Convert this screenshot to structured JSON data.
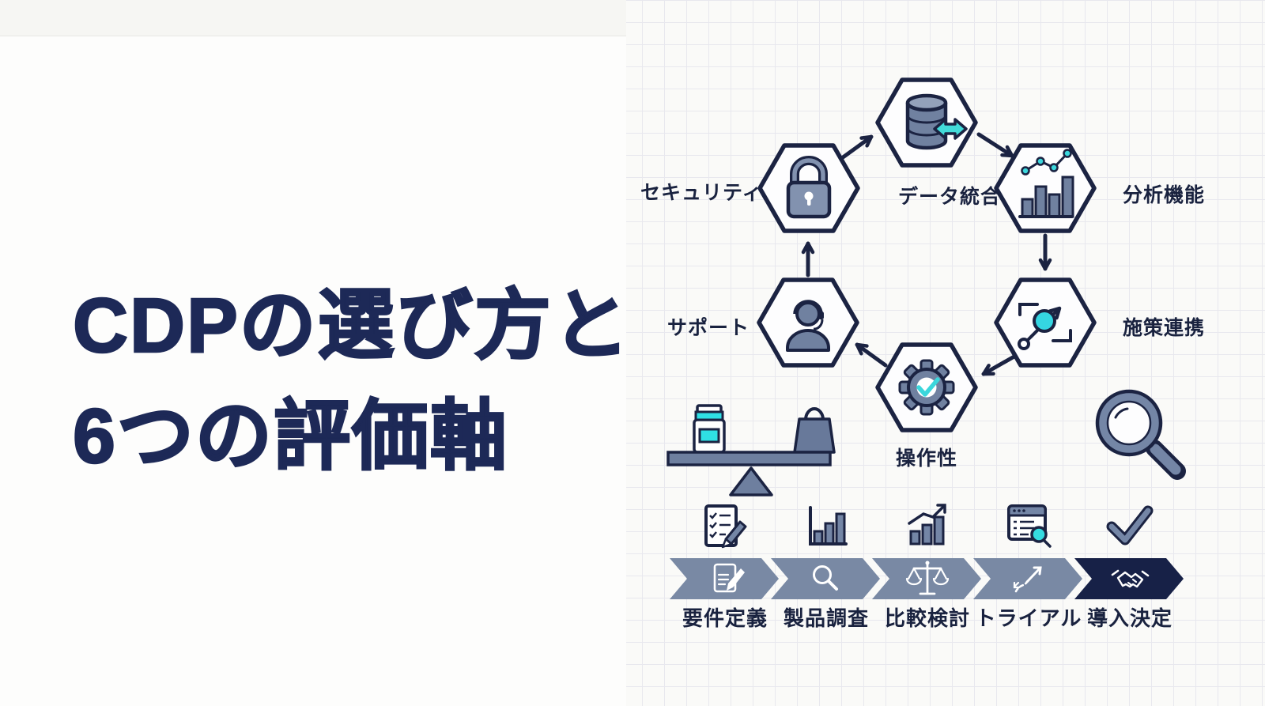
{
  "title": {
    "line1": "CDPの選び方と",
    "line2": "6つの評価軸"
  },
  "evaluation_cycle": {
    "items": [
      {
        "label": "セキュリティ",
        "icon": "lock-icon"
      },
      {
        "label": "データ統合",
        "icon": "database-sync-icon"
      },
      {
        "label": "分析機能",
        "icon": "analytics-bar-chart-icon"
      },
      {
        "label": "施策連携",
        "icon": "network-share-icon"
      },
      {
        "label": "操作性",
        "icon": "gear-check-icon"
      },
      {
        "label": "サポート",
        "icon": "headset-agent-icon"
      }
    ]
  },
  "selection_process": {
    "steps": [
      {
        "label": "要件定義",
        "top_icon": "checklist-pencil-icon",
        "chevron_icon": "document-pencil-icon"
      },
      {
        "label": "製品調査",
        "top_icon": "bar-chart-axis-icon",
        "chevron_icon": "magnifier-icon"
      },
      {
        "label": "比較検討",
        "top_icon": "growth-chart-icon",
        "chevron_icon": "balance-scale-icon"
      },
      {
        "label": "トライアル",
        "top_icon": "browser-search-icon",
        "chevron_icon": "trial-path-icon"
      },
      {
        "label": "導入決定",
        "top_icon": "checkmark-icon",
        "chevron_icon": "handshake-icon"
      }
    ]
  },
  "decorations": {
    "left_of_process": "balance-scale-with-jar-and-bag",
    "right_of_process": "magnifying-glass"
  },
  "colors": {
    "title_navy": "#1d2957",
    "outline_navy": "#1b2342",
    "icon_slate": "#7081a0",
    "accent_cyan": "#3bd7dc",
    "chevron_slate": "#7989a4",
    "chevron_navy": "#172147",
    "grid_line": "#e8e8ee",
    "panel_white": "#fdfdfc"
  }
}
